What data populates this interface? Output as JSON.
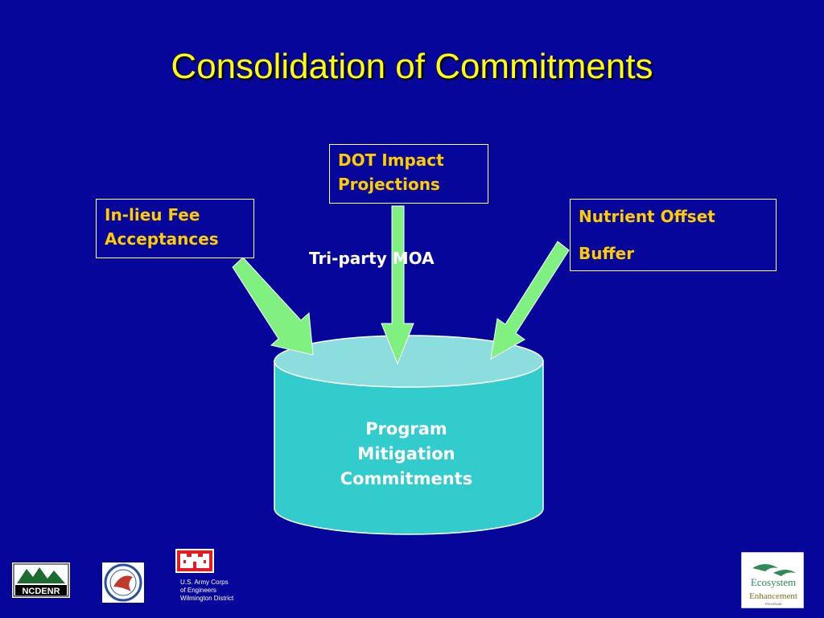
{
  "title": "Consolidation of Commitments",
  "boxes": {
    "dot": [
      "DOT Impact",
      "Projections"
    ],
    "inlieu": [
      "In-lieu Fee",
      "Acceptances"
    ],
    "nutrient": [
      "Nutrient Offset",
      "Buffer"
    ]
  },
  "moa_label": "Tri-party MOA",
  "cylinder": [
    "Program",
    "Mitigation",
    "Commitments"
  ],
  "logos": {
    "ncdenr": "NCDENR",
    "usace_lines": [
      "U.S. Army Corps",
      "of Engineers",
      "Wilmington District"
    ],
    "eep_top": "Ecosystem",
    "eep_bottom": "Enhancement",
    "eep_small": "PROGRAM"
  },
  "colors": {
    "background": "#06069a",
    "title": "#ffff00",
    "box_text": "#ffcc00",
    "arrow": "#80f080",
    "cylinder": "#33cccc",
    "cylinder_top": "#8cdede"
  }
}
